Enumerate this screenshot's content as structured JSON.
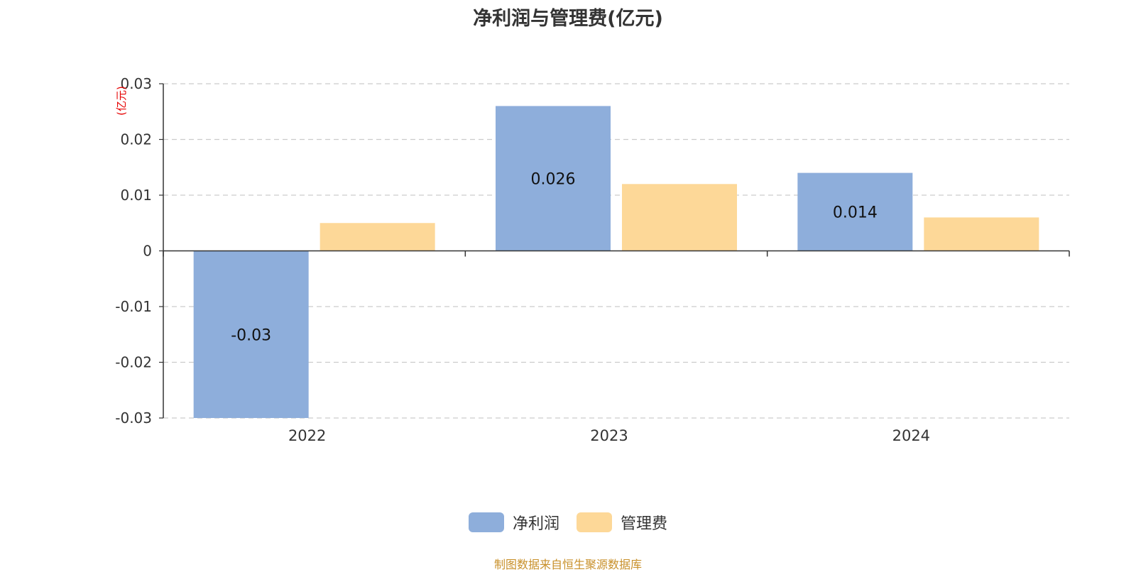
{
  "title": "净利润与管理费(亿元)",
  "source_note": "制图数据来自恒生聚源数据库",
  "colors": {
    "net_profit": "#8eaedb",
    "admin_fee": "#fdd898"
  },
  "chart_data": {
    "type": "bar",
    "title": "净利润与管理费(亿元)",
    "ylabel": "(亿元)",
    "xlabel": "",
    "categories": [
      "2022",
      "2023",
      "2024"
    ],
    "ylim": [
      -0.03,
      0.03
    ],
    "yticks": [
      0.03,
      0.02,
      0.01,
      0,
      -0.01,
      -0.02,
      -0.03
    ],
    "ytick_labels": [
      "0.03",
      "0.02",
      "0.01",
      "0",
      "-0.01",
      "-0.02",
      "-0.03"
    ],
    "grid": true,
    "legend_position": "bottom",
    "series": [
      {
        "name": "净利润",
        "values": [
          -0.03,
          0.026,
          0.014
        ],
        "labels": [
          "-0.03",
          "0.026",
          "0.014"
        ]
      },
      {
        "name": "管理费",
        "values": [
          0.005,
          0.012,
          0.006
        ]
      }
    ]
  }
}
